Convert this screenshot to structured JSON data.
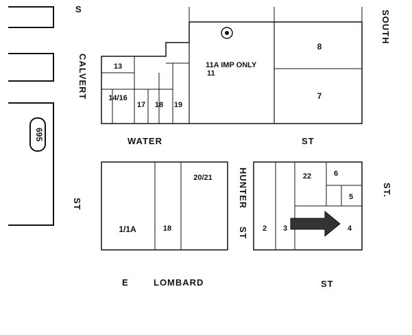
{
  "streets": {
    "water": "WATER",
    "water_st": "ST",
    "calvert": "CALVERT",
    "calvert_prefix": "S",
    "calvert_st": "ST",
    "south": "SOUTH",
    "south_st": "ST.",
    "hunter": "HUNTER",
    "hunter_st": "ST",
    "lombard_prefix": "E",
    "lombard": "LOMBARD",
    "lombard_st": "ST",
    "route": "695"
  },
  "lots": {
    "l13": "13",
    "l14_16": "14/16",
    "l17": "17",
    "l18_top": "18",
    "l19": "19",
    "l11a": "11A IMP ONLY",
    "l11": "11",
    "l8": "8",
    "l7": "7",
    "l1_1a": "1/1A",
    "l18_bottom": "18",
    "l20_21": "20/21",
    "l2": "2",
    "l3": "3",
    "l22": "22",
    "l6": "6",
    "l5": "5",
    "l4": "4"
  },
  "icons": {
    "arrow": "arrow-right-icon"
  },
  "colors": {
    "ink": "#111111",
    "arrow_fill": "#333333",
    "paper": "#ffffff"
  }
}
